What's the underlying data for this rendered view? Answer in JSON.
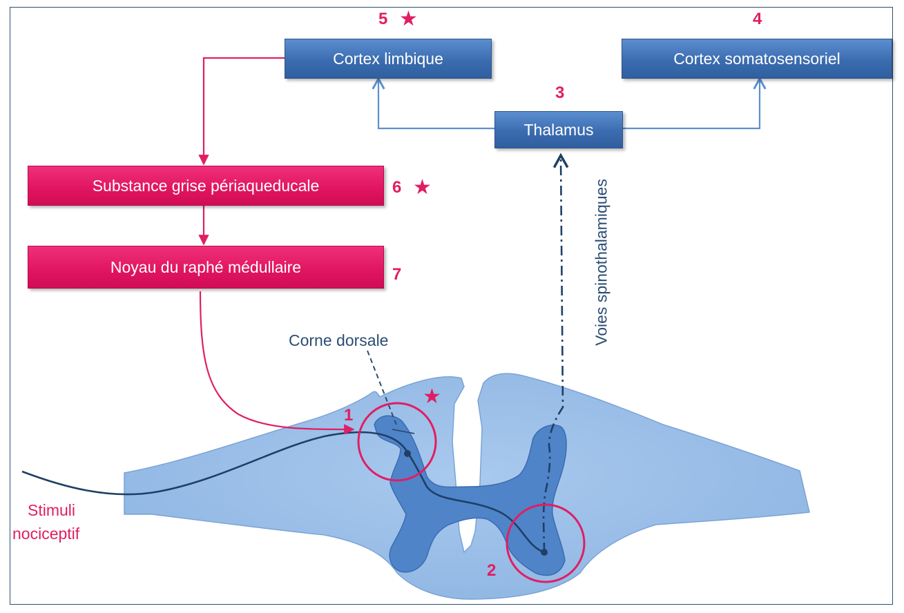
{
  "boxes": {
    "cortex_limbique": "Cortex limbique",
    "cortex_somatosensoriel": "Cortex somatosensoriel",
    "thalamus": "Thalamus",
    "substance_grise": "Substance grise périaqueducale",
    "noyau_raphe": "Noyau du raphé médullaire"
  },
  "numbers": {
    "n1": "1",
    "n2": "2",
    "n3": "3",
    "n4": "4",
    "n5": "5",
    "n6": "6",
    "n7": "7"
  },
  "stars": {
    "glyph": "★",
    "color": "#e01e63"
  },
  "labels": {
    "corne_dorsale": "Corne dorsale",
    "voies_spinothalamiques": "Voies spinothalamiques",
    "stimuli_line1": "Stimuli",
    "stimuli_line2": "nociceptif"
  },
  "colors": {
    "blue_box": "#3b6cb0",
    "pink_box": "#e0145f",
    "pink_accent": "#e01e63",
    "white_matter": "#9cbfe8",
    "grey_matter": "#4f84c9",
    "dark_line": "#1f3f66",
    "frame": "#2d4f6e"
  }
}
